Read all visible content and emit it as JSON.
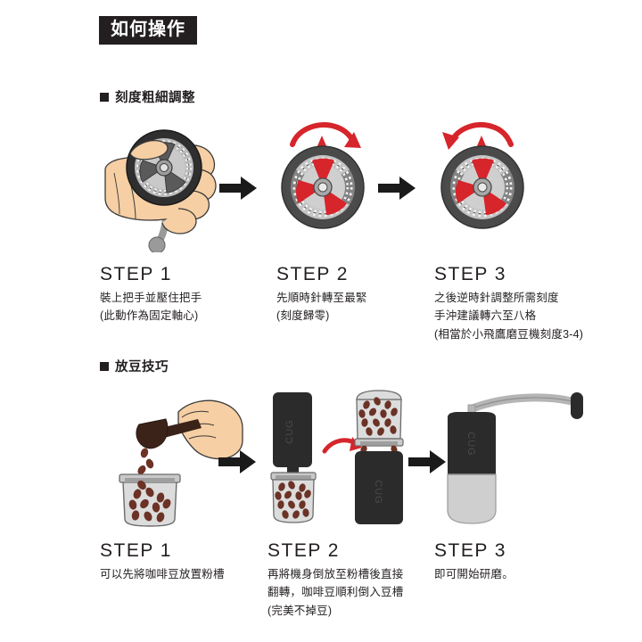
{
  "title": "如何操作",
  "sections": [
    {
      "heading": "刻度粗細調整",
      "bullet_icon": "black-square-icon",
      "steps": [
        {
          "title": "STEP 1",
          "lines": [
            "裝上把手並壓住把手",
            "(此動作為固定軸心)"
          ],
          "illustration": "hand-holding-grinder-dial-with-crank"
        },
        {
          "title": "STEP 2",
          "lines": [
            "先順時針轉至最緊",
            "(刻度歸零)"
          ],
          "illustration": "dial-clockwise-red-arrow"
        },
        {
          "title": "STEP 3",
          "lines": [
            "之後逆時針調整所需刻度",
            "手沖建議轉六至八格",
            "(相當於小飛鷹磨豆機刻度3-4)"
          ],
          "illustration": "dial-counterclockwise-red-arrow"
        }
      ]
    },
    {
      "heading": "放豆技巧",
      "bullet_icon": "black-square-icon",
      "steps": [
        {
          "title": "STEP 1",
          "lines": [
            "可以先將咖啡豆放置粉槽"
          ],
          "illustration": "hand-scoop-pouring-beans-into-jar"
        },
        {
          "title": "STEP 2",
          "lines": [
            "再將機身倒放至粉槽後直接",
            "翻轉，咖啡豆順利倒入豆槽",
            "(完美不掉豆)"
          ],
          "illustration": "grinder-body-inverted-onto-jar-flip"
        },
        {
          "title": "STEP 3",
          "lines": [
            "即可開始研磨。"
          ],
          "illustration": "assembled-grinder-with-crank"
        }
      ]
    }
  ],
  "separators": [
    "arrow-right-icon",
    "arrow-right-icon",
    "arrow-right-icon",
    "arrow-right-icon"
  ],
  "brand_mark": "CUG",
  "colors": {
    "ink": "#231f20",
    "accent_red": "#d6252b",
    "skin": "#f6cfa4",
    "metal_light": "#d9d9d9",
    "metal_dark": "#6e6e6e",
    "bean": "#6b3225",
    "body_black": "#2b2b2b"
  }
}
